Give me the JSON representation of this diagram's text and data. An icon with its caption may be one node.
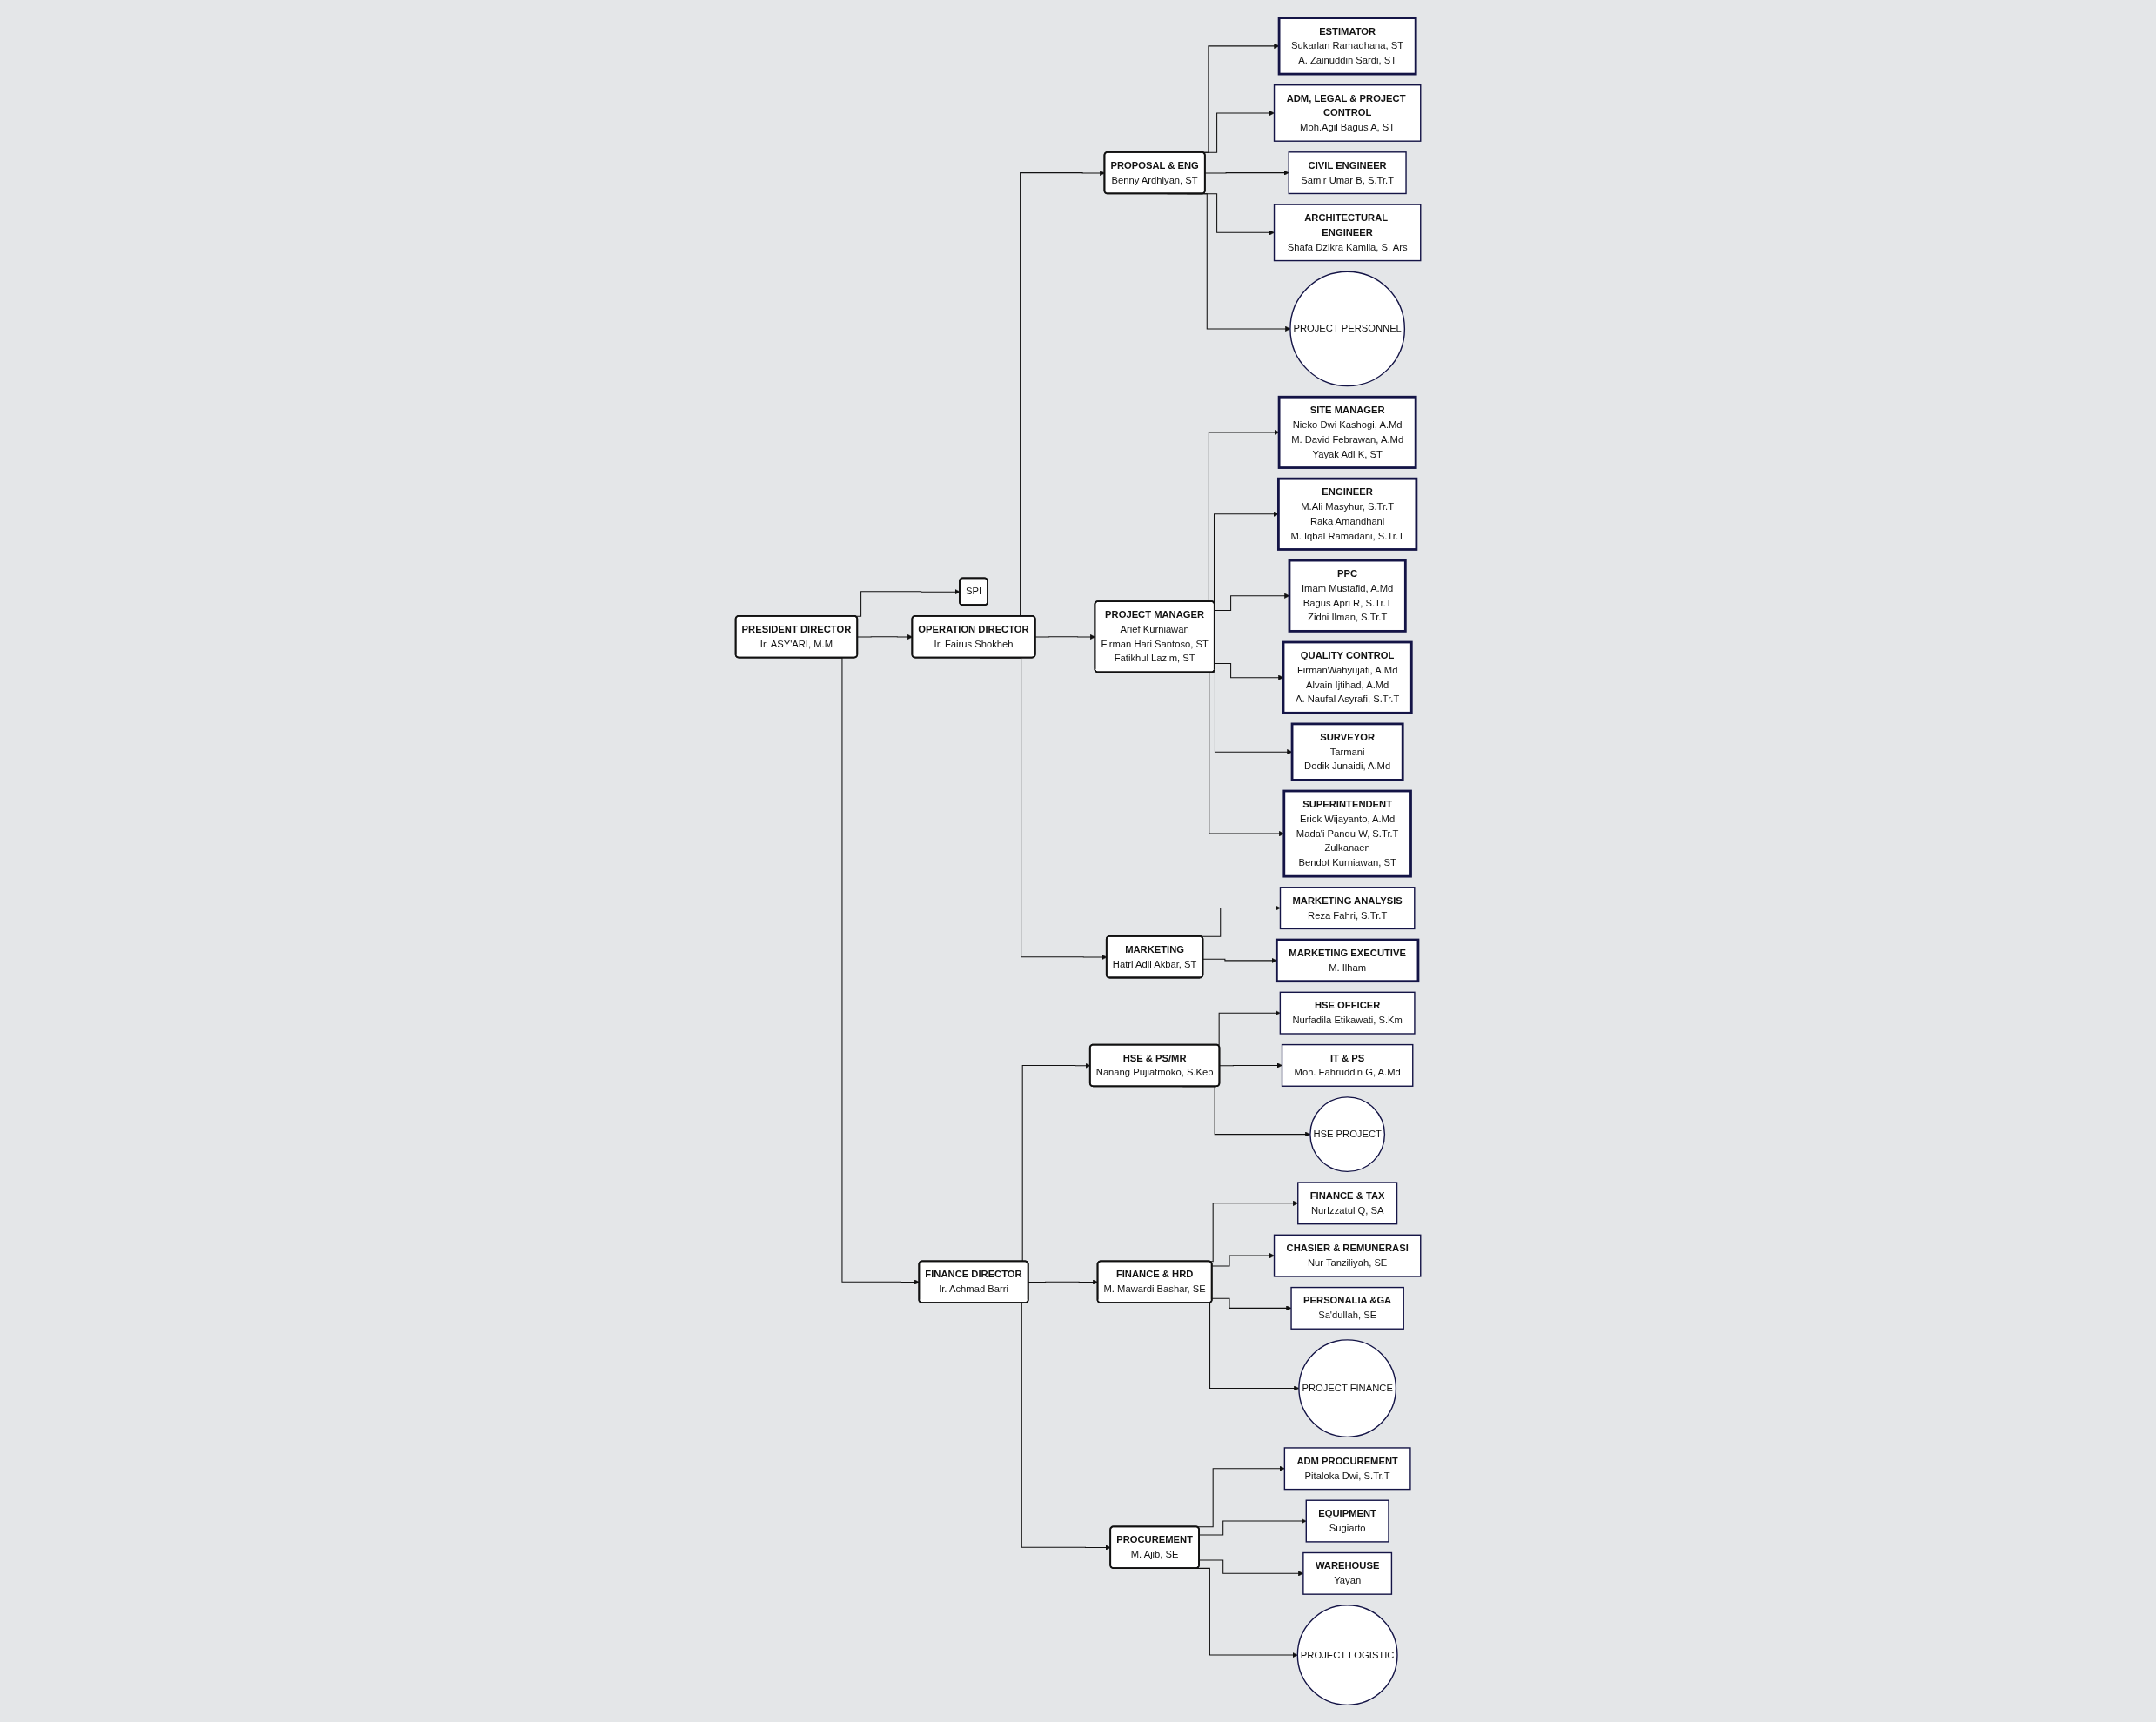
{
  "diagram": {
    "nodes": [
      {
        "text": [
          "PRESIDENT DIRECTOR",
          "Ir. ASY'ARI, M.M"
        ]
      },
      {
        "text": [
          "SPI"
        ]
      },
      {
        "text": [
          "OPERATION  DIRECTOR",
          "Ir. Fairus Shokheh"
        ]
      },
      {
        "text": [
          "FINANCE DIRECTOR",
          "Ir. Achmad Barri"
        ]
      },
      {
        "text": [
          "PROPOSAL & ENG",
          "Benny Ardhiyan, ST"
        ]
      },
      {
        "text": [
          "PROJECT MANAGER",
          "Arief Kurniawan",
          "Firman Hari Santoso, ST",
          "Fatikhul Lazim, ST"
        ]
      },
      {
        "text": [
          "MARKETING",
          "Hatri Adil Akbar, ST"
        ]
      },
      {
        "text": [
          "HSE & PS/MR",
          "Nanang Pujiatmoko, S.Kep"
        ]
      },
      {
        "text": [
          "FINANCE & HRD",
          "M. Mawardi Bashar, SE"
        ]
      },
      {
        "text": [
          "PROCUREMENT",
          "M. Ajib, SE"
        ]
      },
      {
        "text": [
          "ESTIMATOR",
          "Sukarlan Ramadhana, ST",
          "A. Zainuddin Sardi, ST"
        ]
      },
      {
        "text": [
          "ADM, LEGAL & PROJECT CONTROL",
          "Moh.Agil Bagus A, ST"
        ]
      },
      {
        "text": [
          "CIVIL ENGINEER",
          "Samir Umar B, S.Tr.T"
        ]
      },
      {
        "text": [
          "ARCHITECTURAL ENGINEER",
          "Shafa Dzikra Kamila, S. Ars"
        ]
      },
      {
        "text": [
          "PROJECT PERSONNEL"
        ]
      },
      {
        "text": [
          "SITE MANAGER",
          "Nieko Dwi Kashogi, A.Md",
          "M. David Febrawan, A.Md",
          "Yayak Adi K, ST"
        ]
      },
      {
        "text": [
          "ENGINEER",
          "M.Ali Masyhur, S.Tr.T",
          "Raka Amandhani",
          "M. Iqbal Ramadani, S.Tr.T"
        ]
      },
      {
        "text": [
          "PPC",
          "Imam Mustafid, A.Md",
          "Bagus Apri R, S.Tr.T",
          "Zidni Ilman, S.Tr.T"
        ]
      },
      {
        "text": [
          "QUALITY CONTROL",
          "FirmanWahyujati, A.Md",
          "Alvain Ijtihad, A.Md",
          "A. Naufal Asyrafi, S.Tr.T"
        ]
      },
      {
        "text": [
          "SURVEYOR",
          "Tarmani",
          "Dodik Junaidi, A.Md"
        ]
      },
      {
        "text": [
          "SUPERINTENDENT",
          "Erick Wijayanto, A.Md",
          "Mada'i Pandu W, S.Tr.T",
          "Zulkanaen",
          "Bendot Kurniawan, ST"
        ]
      },
      {
        "text": [
          "MARKETING ANALYSIS",
          "Reza Fahri, S.Tr.T"
        ]
      },
      {
        "text": [
          "MARKETING EXECUTIVE",
          "M. Ilham"
        ]
      },
      {
        "text": [
          "HSE OFFICER",
          "Nurfadila Etikawati, S.Km"
        ]
      },
      {
        "text": [
          "IT & PS",
          "Moh. Fahruddin G, A.Md"
        ]
      },
      {
        "text": [
          "HSE PROJECT"
        ]
      },
      {
        "text": [
          "FINANCE & TAX",
          "NurIzzatul Q, SA"
        ]
      },
      {
        "text": [
          "CHASIER & REMUNERASI",
          "Nur Tanziliyah, SE"
        ]
      },
      {
        "text": [
          "PERSONALIA &GA",
          "Sa'dullah, SE"
        ]
      },
      {
        "text": [
          "PROJECT FINANCE"
        ]
      },
      {
        "text": [
          "ADM PROCUREMENT",
          "Pitaloka Dwi, S.Tr.T"
        ]
      },
      {
        "text": [
          "EQUIPMENT",
          "Sugiarto"
        ]
      },
      {
        "text": [
          "WAREHOUSE",
          "Yayan"
        ]
      },
      {
        "text": [
          "PROJECT LOGISTIC"
        ]
      }
    ],
    "edges": [
      {
        "from": 0,
        "to": 1,
        "arrow": "to"
      },
      {
        "from": 0,
        "to": 2,
        "arrow": "to"
      },
      {
        "from": 0,
        "to": 3,
        "arrow": "to"
      },
      {
        "from": 2,
        "to": 4,
        "arrow": "to"
      },
      {
        "from": 2,
        "to": 5,
        "arrow": "to"
      },
      {
        "from": 2,
        "to": 6,
        "arrow": "to"
      },
      {
        "from": 3,
        "to": 7,
        "arrow": "to"
      },
      {
        "from": 3,
        "to": 8,
        "arrow": "to"
      },
      {
        "from": 3,
        "to": 9,
        "arrow": "to"
      },
      {
        "from": 4,
        "to": 10,
        "arrow": "to"
      },
      {
        "from": 4,
        "to": 11,
        "arrow": "to"
      },
      {
        "from": 4,
        "to": 12,
        "arrow": "to"
      },
      {
        "from": 4,
        "to": 13,
        "arrow": "to"
      },
      {
        "from": 4,
        "to": 14,
        "arrow": "to"
      },
      {
        "from": 5,
        "to": 15,
        "arrow": "to"
      },
      {
        "from": 5,
        "to": 16,
        "arrow": "to"
      },
      {
        "from": 5,
        "to": 17,
        "arrow": "to"
      },
      {
        "from": 5,
        "to": 18,
        "arrow": "to"
      },
      {
        "from": 5,
        "to": 19,
        "arrow": "to"
      },
      {
        "from": 5,
        "to": 20,
        "arrow": "to"
      },
      {
        "from": 6,
        "to": 21,
        "arrow": "to"
      },
      {
        "from": 6,
        "to": 22,
        "arrow": "to"
      },
      {
        "from": 7,
        "to": 23,
        "arrow": "to"
      },
      {
        "from": 7,
        "to": 24,
        "arrow": "to"
      },
      {
        "from": 7,
        "to": 25,
        "arrow": "to"
      },
      {
        "from": 8,
        "to": 26,
        "arrow": "to"
      },
      {
        "from": 8,
        "to": 27,
        "arrow": "to"
      },
      {
        "from": 8,
        "to": 28,
        "arrow": "to"
      },
      {
        "from": 8,
        "to": 29,
        "arrow": "to"
      },
      {
        "from": 9,
        "to": 30,
        "arrow": "to"
      },
      {
        "from": 9,
        "to": 31,
        "arrow": "to"
      },
      {
        "from": 9,
        "to": 32,
        "arrow": "to"
      },
      {
        "from": 9,
        "to": 33,
        "arrow": "to"
      }
    ]
  }
}
